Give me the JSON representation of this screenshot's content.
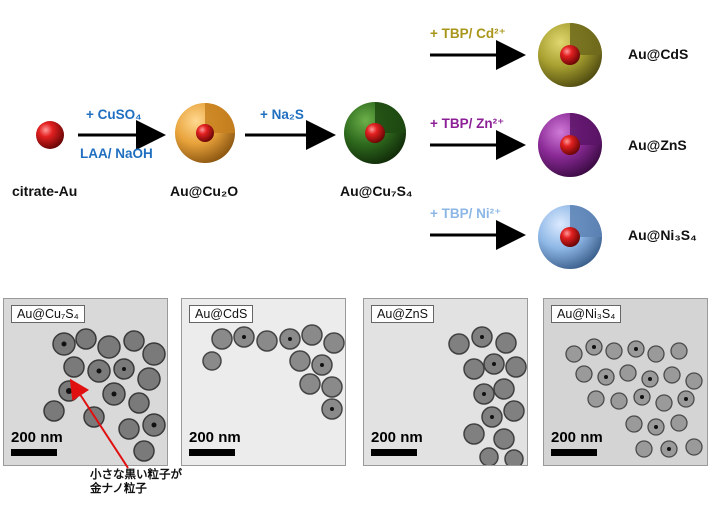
{
  "scheme": {
    "start_label": "citrate-Au",
    "step1": {
      "top": "+ CuSO₄",
      "bottom": "LAA/ NaOH",
      "product": "Au@Cu₂O"
    },
    "step2": {
      "top": "+ Na₂S",
      "product": "Au@Cu₇S₄"
    },
    "branch1": {
      "reagent": "+ TBP/ Cd²⁺",
      "product": "Au@CdS"
    },
    "branch2": {
      "reagent": "+ TBP/ Zn²⁺",
      "product": "Au@ZnS"
    },
    "branch3": {
      "reagent": "+ TBP/ Ni²⁺",
      "product": "Au@Ni₃S₄"
    }
  },
  "panels": [
    {
      "tag": "Au@Cu₇S₄",
      "scale": "200 nm"
    },
    {
      "tag": "Au@CdS",
      "scale": "200 nm"
    },
    {
      "tag": "Au@ZnS",
      "scale": "200 nm"
    },
    {
      "tag": "Au@Ni₃S₄",
      "scale": "200 nm"
    }
  ],
  "annotation": {
    "line1": "小さな黒い粒子が",
    "line2": "金ナノ粒子"
  },
  "colors": {
    "gold_core": "#d01818",
    "cu2o_shell": "#e8a23a",
    "cu7s4_shell": "#2f6b1e",
    "cds_shell": "#a8a030",
    "zns_shell": "#8a2a96",
    "ni3s4_shell": "#8fb8e6",
    "arrow_red": "#e01010"
  }
}
